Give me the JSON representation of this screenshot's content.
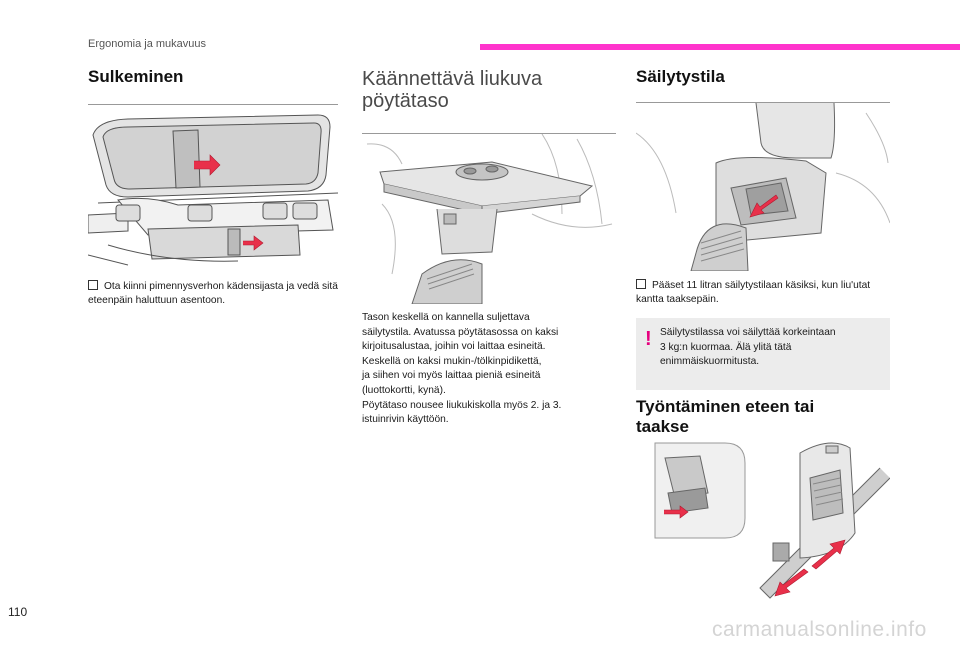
{
  "header": {
    "section": "Ergonomia ja mukavuus"
  },
  "col1": {
    "title": "Sulkeminen",
    "bullet": "Ota kiinni pimennysverhon kädensijasta ja vedä sitä eteenpäin haluttuun asentoon."
  },
  "col2": {
    "title_lines": [
      "Käännettävä liukuva",
      "pöytätaso"
    ],
    "paragraph_lines": [
      "Tason keskellä on kannella suljettava",
      "säilytystila. Avatussa pöytätasossa on kaksi",
      "kirjoitusalustaa, joihin voi laittaa esineitä.",
      "Keskellä on kaksi mukin-/tölkinpidikettä,",
      "ja siihen voi myös laittaa pieniä esineitä",
      "(luottokortti, kynä).",
      "Pöytätaso nousee liukukiskolla myös 2. ja 3.",
      "istuinrivin käyttöön."
    ]
  },
  "col3": {
    "title": "Säilytystila",
    "bullet": "Pääset 11 litran säilytystilaan käsiksi, kun liu'utat kantta taaksepäin.",
    "warning_lines": [
      "Säilytystilassa voi säilyttää korkeintaan",
      "3 kg:n kuormaa. Älä ylitä tätä",
      "enimmäiskuormitusta."
    ],
    "title2_lines": [
      "Työntäminen eteen tai",
      "taakse"
    ]
  },
  "footer": {
    "page_number": "110",
    "watermark": "carmanualsonline.info"
  },
  "colors": {
    "accent": "#ff33cc",
    "warning": "#e6007e",
    "arrow": "#e8304a"
  }
}
